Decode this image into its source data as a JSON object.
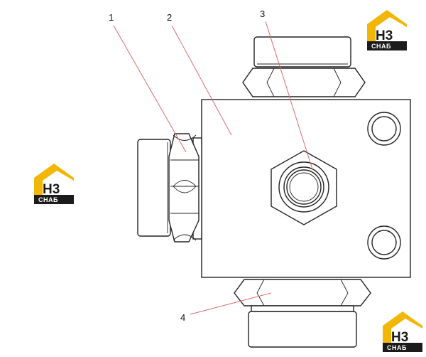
{
  "callouts": [
    {
      "id": "1",
      "text": "1"
    },
    {
      "id": "2",
      "text": "2"
    },
    {
      "id": "3",
      "text": "3"
    },
    {
      "id": "4",
      "text": "4"
    }
  ],
  "watermark": {
    "top_text": "H3",
    "bottom_text": "СНАБ",
    "accent_color": "#f2b705",
    "dark_color": "#1b1b1b"
  },
  "colors": {
    "leader": "#e06b6b",
    "stroke": "#222222"
  }
}
